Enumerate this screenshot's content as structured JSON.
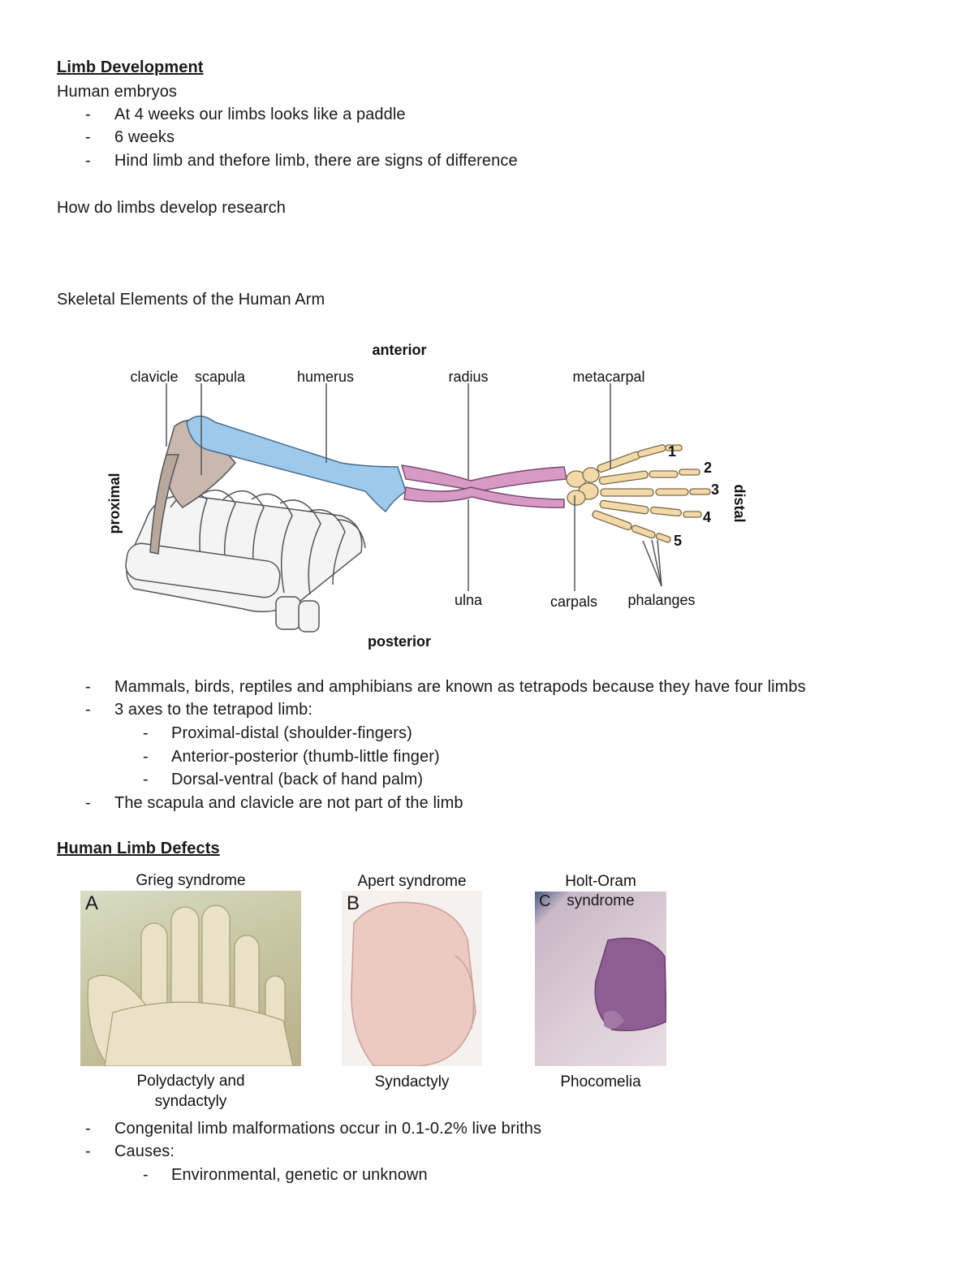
{
  "section1": {
    "heading": "Limb Development",
    "subtitle": "Human embryos",
    "bullets": [
      "At 4 weeks our limbs looks like a paddle",
      "6 weeks",
      "Hind limb and thefore limb, there are signs of difference"
    ],
    "research_note": "How do limbs develop research",
    "figure_caption": "Skeletal Elements of the Human Arm"
  },
  "figure": {
    "axis_labels": {
      "anterior": "anterior",
      "posterior": "posterior",
      "proximal": "proximal",
      "distal": "distal"
    },
    "bone_labels": {
      "clavicle": "clavicle",
      "scapula": "scapula",
      "humerus": "humerus",
      "radius": "radius",
      "metacarpal": "metacarpal",
      "ulna": "ulna",
      "carpals": "carpals",
      "phalanges": "phalanges"
    },
    "digits": [
      "1",
      "2",
      "3",
      "4",
      "5"
    ],
    "colors": {
      "humerus": "#9cc9ec",
      "radius_ulna": "#d79ac6",
      "hand": "#f3d9a8",
      "scapula": "#c9b8ad",
      "ribs": "#f4f4f4"
    }
  },
  "section1_bullets": {
    "items": [
      "Mammals, birds, reptiles and amphibians are known as tetrapods because they have four limbs",
      "3 axes to the tetrapod limb:"
    ],
    "sub_items": [
      "Proximal-distal (shoulder-fingers)",
      "Anterior-posterior (thumb-little finger)",
      "Dorsal-ventral (back of hand palm)"
    ],
    "last_item": "The scapula and clavicle are not part of the limb"
  },
  "section2": {
    "heading": "Human Limb Defects",
    "photos": [
      {
        "letter": "A",
        "title": "Grieg syndrome",
        "caption_line1": "Polydactyly and",
        "caption_line2": "syndactyly"
      },
      {
        "letter": "B",
        "title": "Apert syndrome",
        "caption_line1": "Syndactyly",
        "caption_line2": ""
      },
      {
        "letter": "C",
        "title_line1": "Holt-Oram",
        "title_line2": "syndrome",
        "caption_line1": "Phocomelia",
        "caption_line2": ""
      }
    ],
    "bullets": [
      "Congenital limb malformations occur in 0.1-0.2% live briths",
      "Causes:"
    ],
    "sub_items": [
      "Environmental, genetic or unknown"
    ]
  }
}
